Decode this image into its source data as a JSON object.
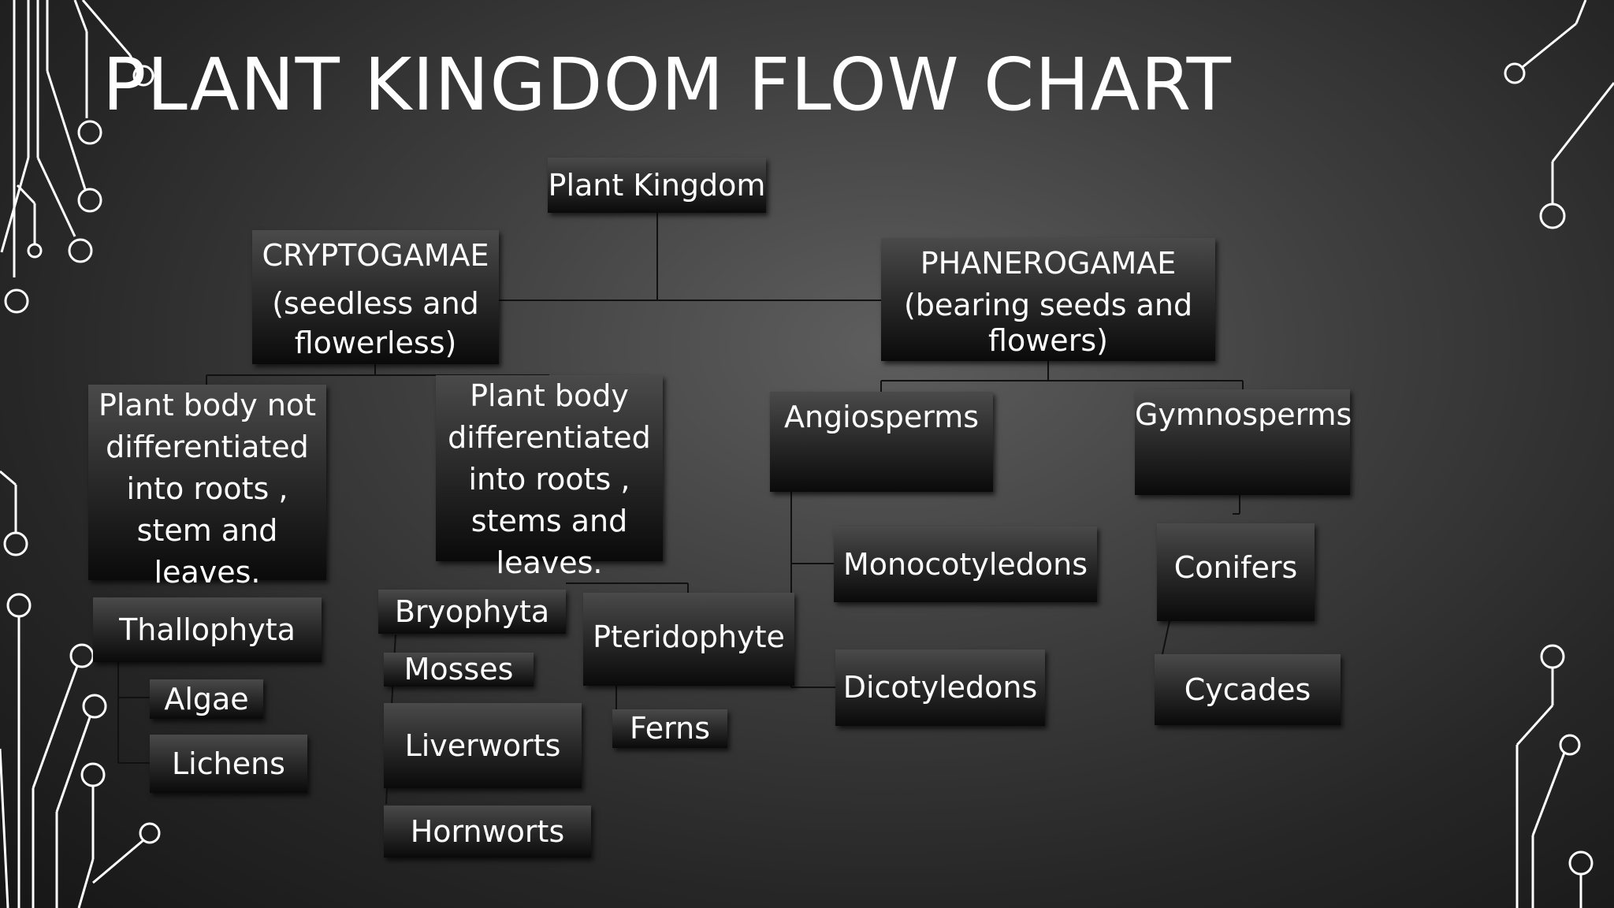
{
  "title": "PLANT KINGDOM FLOW CHART",
  "root": "Plant Kingdom",
  "cryptogamae": {
    "name": "CRYPTOGAMAE",
    "desc_line1": "(seedless and",
    "desc_line2": "flowerless)"
  },
  "phanerogamae": {
    "name": "PHANEROGAMAE",
    "desc_line1": "(bearing seeds and",
    "desc_line2": "flowers)"
  },
  "not_differentiated": [
    "Plant body not",
    "differentiated",
    "into roots ,",
    "stem and",
    "leaves."
  ],
  "differentiated": [
    "Plant body",
    "differentiated",
    "into roots ,",
    "stems and",
    "leaves."
  ],
  "thallophyta": "Thallophyta",
  "algae": "Algae",
  "lichens": "Lichens",
  "bryophyta": "Bryophyta",
  "mosses": "Mosses",
  "liverworts": "Liverworts",
  "hornworts": "Hornworts",
  "pteridophyte": "Pteridophyte",
  "ferns": "Ferns",
  "angiosperms": "Angiosperms",
  "monocotyledons": "Monocotyledons",
  "dicotyledons": "Dicotyledons",
  "gymnosperms": "Gymnosperms",
  "conifers": "Conifers",
  "cycades": "Cycades"
}
